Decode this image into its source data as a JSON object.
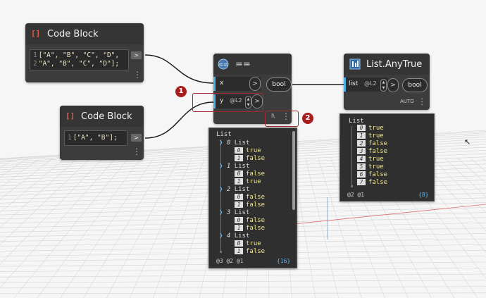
{
  "colors": {
    "accent": "#4ab0e6",
    "callout": "#a81e1e",
    "wire": "#1e1e1e"
  },
  "codeblock1": {
    "icon": "[]",
    "title": "Code Block",
    "lines": [
      {
        "num": "1",
        "text": "[\"A\", \"B\", \"C\", \"D\","
      },
      {
        "num": "2",
        "text": "\"A\", \"B\", \"C\", \"D\"];"
      }
    ],
    "out": ">"
  },
  "codeblock2": {
    "icon": "[]",
    "title": "Code Block",
    "lines": [
      {
        "num": "1",
        "text": "[\"A\", \"B\"];"
      }
    ],
    "out": ">"
  },
  "equals": {
    "icon_symbol": "==",
    "title": "==",
    "input_x": "x",
    "input_y": "y",
    "lacing_y": "@L2",
    "out_arrow": ">",
    "output": "bool",
    "lacing_indicator": "l\\",
    "preview": {
      "title": "List",
      "groups": [
        {
          "index": "0",
          "label": "List",
          "items": [
            {
              "i": "0",
              "v": "true"
            },
            {
              "i": "1",
              "v": "false"
            }
          ]
        },
        {
          "index": "1",
          "label": "List",
          "items": [
            {
              "i": "0",
              "v": "false"
            },
            {
              "i": "1",
              "v": "true"
            }
          ]
        },
        {
          "index": "2",
          "label": "List",
          "items": [
            {
              "i": "0",
              "v": "false"
            },
            {
              "i": "1",
              "v": "false"
            }
          ]
        },
        {
          "index": "3",
          "label": "List",
          "items": [
            {
              "i": "0",
              "v": "false"
            },
            {
              "i": "1",
              "v": "false"
            }
          ]
        },
        {
          "index": "4",
          "label": "List",
          "items": [
            {
              "i": "0",
              "v": "true"
            },
            {
              "i": "1",
              "v": "false"
            }
          ]
        }
      ],
      "footer_levels": "@3 @2 @1",
      "footer_count": "{16}"
    }
  },
  "anytrue": {
    "icon": "[]",
    "title": "List.AnyTrue",
    "input": "list",
    "lacing": "@L2",
    "out_arrow": ">",
    "output": "bool",
    "lacing_mode": "AUTO",
    "preview": {
      "title": "List",
      "items": [
        {
          "i": "0",
          "v": "true"
        },
        {
          "i": "1",
          "v": "true"
        },
        {
          "i": "2",
          "v": "false"
        },
        {
          "i": "3",
          "v": "false"
        },
        {
          "i": "4",
          "v": "true"
        },
        {
          "i": "5",
          "v": "true"
        },
        {
          "i": "6",
          "v": "false"
        },
        {
          "i": "7",
          "v": "false"
        }
      ],
      "footer_levels": "@2 @1",
      "footer_count": "{8}"
    }
  },
  "callouts": [
    "1",
    "2"
  ],
  "cursor": "↖"
}
